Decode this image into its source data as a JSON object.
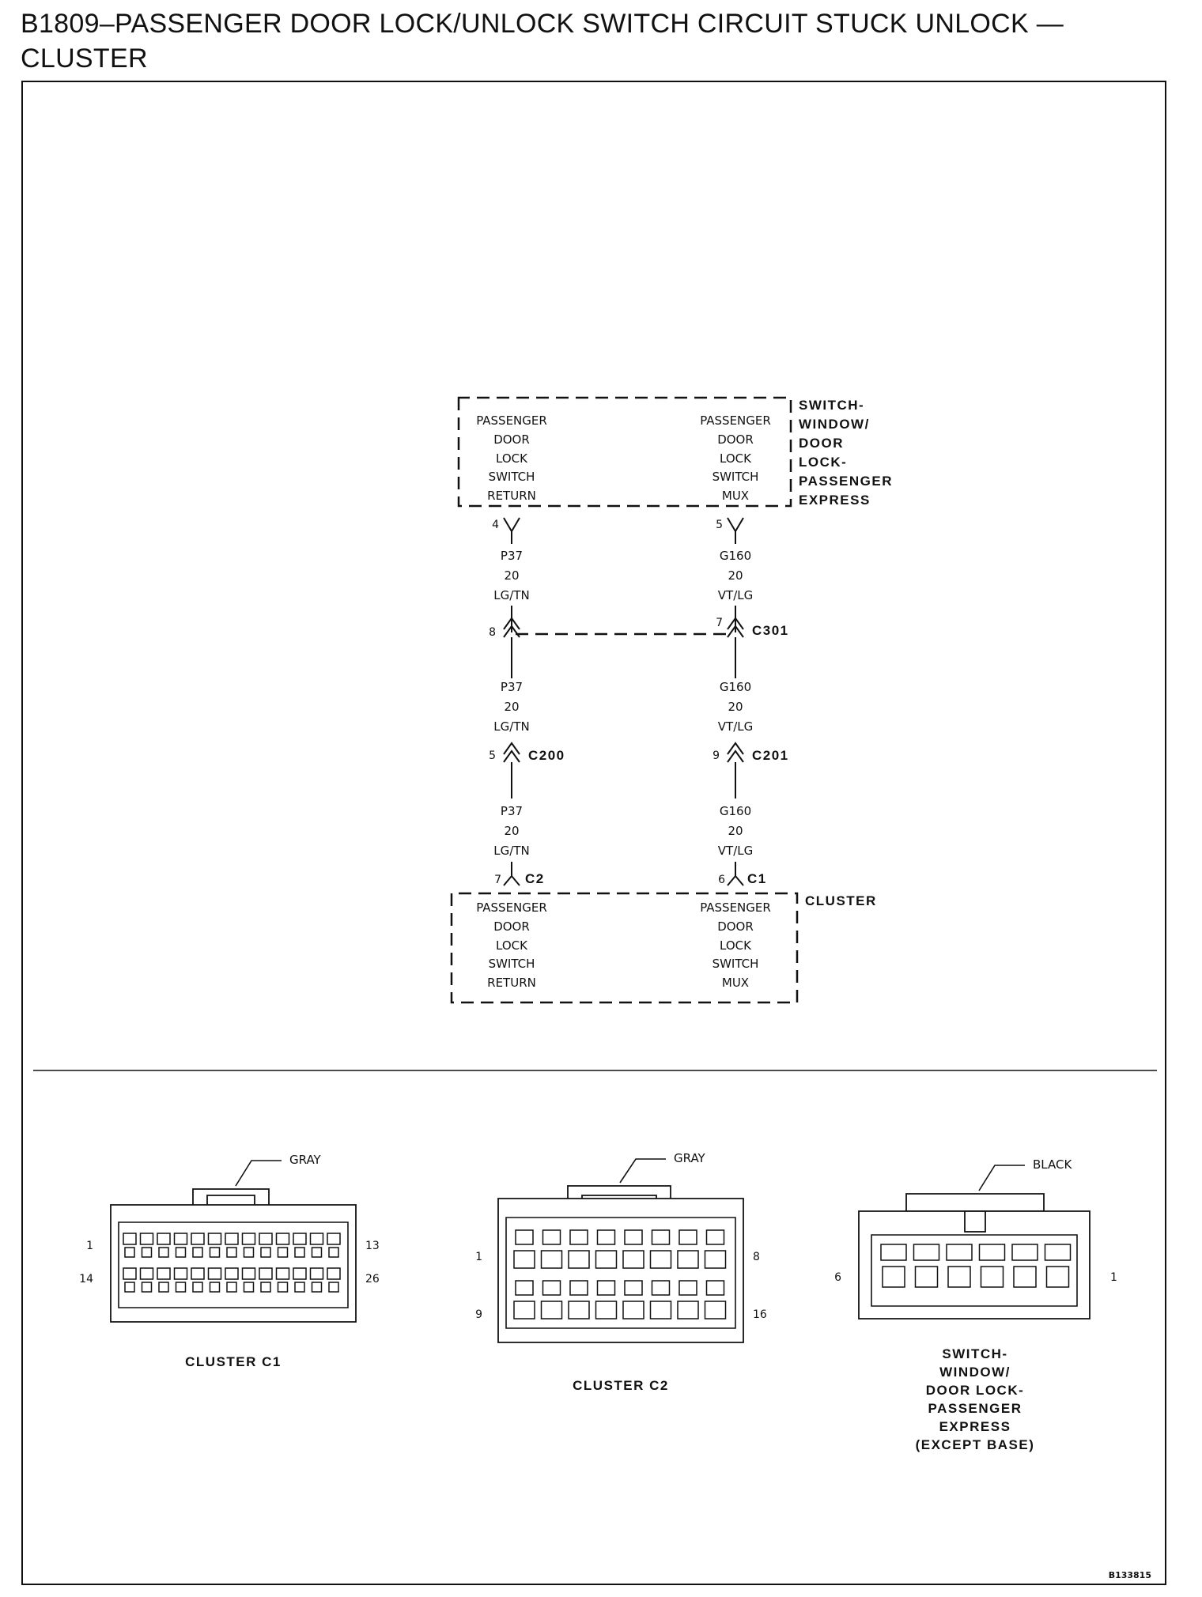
{
  "title": "B1809–PASSENGER DOOR LOCK/UNLOCK SWITCH CIRCUIT STUCK UNLOCK — CLUSTER",
  "switch_module": {
    "name_lines": [
      "SWITCH-",
      "WINDOW/",
      "DOOR",
      "LOCK-",
      "PASSENGER",
      "EXPRESS"
    ],
    "left_terminal_lines": [
      "PASSENGER",
      "DOOR",
      "LOCK",
      "SWITCH",
      "RETURN"
    ],
    "right_terminal_lines": [
      "PASSENGER",
      "DOOR",
      "LOCK",
      "SWITCH",
      "MUX"
    ],
    "left_pin": "4",
    "right_pin": "5"
  },
  "left_circuit": {
    "wires": [
      {
        "circuit": "P37",
        "gauge": "20",
        "color": "LG/TN"
      },
      {
        "circuit": "P37",
        "gauge": "20",
        "color": "LG/TN"
      },
      {
        "circuit": "P37",
        "gauge": "20",
        "color": "LG/TN"
      }
    ],
    "c301_pin": "8",
    "c200_pin": "5",
    "c2_pin": "7"
  },
  "right_circuit": {
    "wires": [
      {
        "circuit": "G160",
        "gauge": "20",
        "color": "VT/LG"
      },
      {
        "circuit": "G160",
        "gauge": "20",
        "color": "VT/LG"
      },
      {
        "circuit": "G160",
        "gauge": "20",
        "color": "VT/LG"
      }
    ],
    "c301_pin": "7",
    "c201_pin": "9",
    "c1_pin": "6"
  },
  "connector_names": {
    "c301": "C301",
    "c200": "C200",
    "c201": "C201",
    "c2": "C2",
    "c1": "C1"
  },
  "cluster_module": {
    "name": "CLUSTER",
    "left_terminal_lines": [
      "PASSENGER",
      "DOOR",
      "LOCK",
      "SWITCH",
      "RETURN"
    ],
    "right_terminal_lines": [
      "PASSENGER",
      "DOOR",
      "LOCK",
      "SWITCH",
      "MUX"
    ]
  },
  "connector_views": [
    {
      "color_label": "GRAY",
      "caption_lines": [
        "CLUSTER C1"
      ],
      "pin_labels": {
        "top_left": "1",
        "top_right": "13",
        "bottom_left": "14",
        "bottom_right": "26"
      }
    },
    {
      "color_label": "GRAY",
      "caption_lines": [
        "CLUSTER C2"
      ],
      "pin_labels": {
        "top_left": "1",
        "top_right": "8",
        "bottom_left": "9",
        "bottom_right": "16"
      }
    },
    {
      "color_label": "BLACK",
      "caption_lines": [
        "SWITCH-",
        "WINDOW/",
        "DOOR LOCK-",
        "PASSENGER",
        "EXPRESS",
        "(EXCEPT BASE)"
      ],
      "pin_labels": {
        "left": "6",
        "right": "1"
      }
    }
  ],
  "figure_code": "B133815"
}
